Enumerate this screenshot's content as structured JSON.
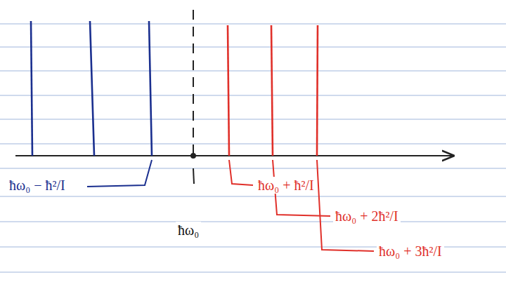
{
  "diagram": {
    "labels": [
      "ħω₀ − ħ²/I",
      "ħω₀",
      "ħω₀ + ħ²/I",
      "ħω₀ + 2ħ²/I",
      "ħω₀ + 3ħ²/I"
    ]
  }
}
